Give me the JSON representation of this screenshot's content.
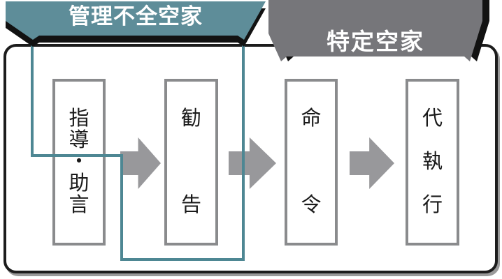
{
  "banners": {
    "mismanaged": {
      "label": "管理不全空家",
      "color": "#5E8D99"
    },
    "specified": {
      "label": "特定空家",
      "color": "#76767A"
    }
  },
  "flow": {
    "steps": [
      {
        "label": "指導・助言"
      },
      {
        "label": "勧告"
      },
      {
        "label": "命令"
      },
      {
        "label": "代執行"
      }
    ]
  },
  "colors": {
    "teal_banner": "#5E8D99",
    "teal_outline": "#4E8793",
    "gray_banner": "#76767A",
    "arrow_gray": "#98989B",
    "box_border_gray": "#8A8B8D",
    "panel_border_black": "#1C1C1C",
    "shadow_black": "#121212"
  }
}
